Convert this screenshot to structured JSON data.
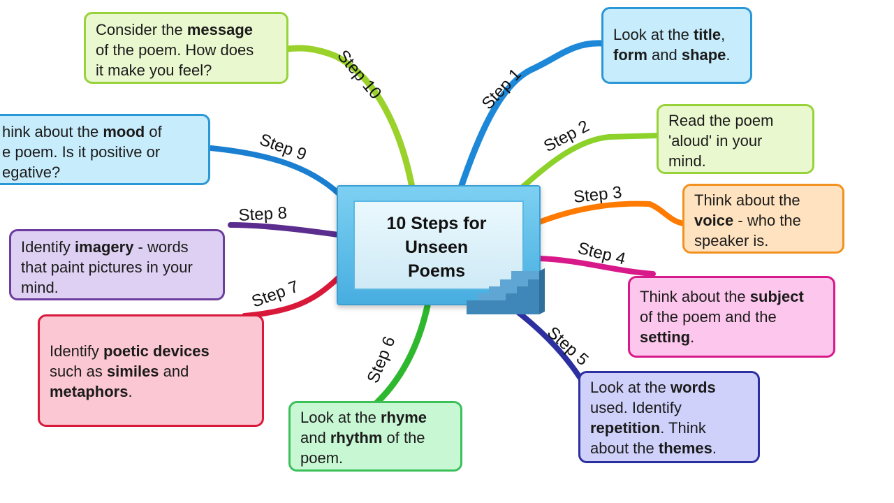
{
  "center": {
    "title_line1": "10 Steps for",
    "title_line2": "Unseen",
    "title_line3": "Poems"
  },
  "icons": {
    "center": "stairs-icon"
  },
  "colors": {
    "step1": "#1e88d8",
    "step2": "#8cd22a",
    "step3": "#ff7a00",
    "step4": "#d8198a",
    "step5": "#2c2fa0",
    "step6": "#2fb82f",
    "step7": "#d8193a",
    "step8": "#5a2d8e",
    "step9": "#1a7fd0",
    "step10": "#9ad12a"
  },
  "steps": [
    {
      "label": "Step 1",
      "parts": [
        [
          "Look at the ",
          false
        ],
        [
          "title",
          true
        ],
        [
          ",",
          false
        ],
        [
          "\n",
          false
        ],
        [
          "form",
          true
        ],
        [
          " and ",
          false
        ],
        [
          "shape",
          true
        ],
        [
          ".",
          false
        ]
      ]
    },
    {
      "label": "Step 2",
      "parts": [
        [
          "Read the poem",
          false
        ],
        [
          "\n",
          false
        ],
        [
          "'aloud' in your",
          false
        ],
        [
          "\n",
          false
        ],
        [
          "mind.",
          false
        ]
      ]
    },
    {
      "label": "Step 3",
      "parts": [
        [
          "Think about the",
          false
        ],
        [
          "\n",
          false
        ],
        [
          "voice",
          true
        ],
        [
          " - who the",
          false
        ],
        [
          "\n",
          false
        ],
        [
          "speaker is.",
          false
        ]
      ]
    },
    {
      "label": "Step 4",
      "parts": [
        [
          "Think about the ",
          false
        ],
        [
          "subject",
          true
        ],
        [
          "\n",
          false
        ],
        [
          "of the poem and the",
          false
        ],
        [
          "\n",
          false
        ],
        [
          "setting",
          true
        ],
        [
          ".",
          false
        ]
      ]
    },
    {
      "label": "Step 5",
      "parts": [
        [
          "Look at the ",
          false
        ],
        [
          "words",
          true
        ],
        [
          "\n",
          false
        ],
        [
          "used. Identify",
          false
        ],
        [
          "\n",
          false
        ],
        [
          "repetition",
          true
        ],
        [
          ". Think",
          false
        ],
        [
          "\n",
          false
        ],
        [
          "about the ",
          false
        ],
        [
          "themes",
          true
        ],
        [
          ".",
          false
        ]
      ]
    },
    {
      "label": "Step 6",
      "parts": [
        [
          "Look at the ",
          false
        ],
        [
          "rhyme",
          true
        ],
        [
          "\n",
          false
        ],
        [
          "and ",
          false
        ],
        [
          "rhythm",
          true
        ],
        [
          " of the",
          false
        ],
        [
          "\n",
          false
        ],
        [
          "poem.",
          false
        ]
      ]
    },
    {
      "label": "Step 7",
      "parts": [
        [
          "Identify ",
          false
        ],
        [
          "poetic devices",
          true
        ],
        [
          "\n",
          false
        ],
        [
          "such as ",
          false
        ],
        [
          "similes",
          true
        ],
        [
          " and",
          false
        ],
        [
          "\n",
          false
        ],
        [
          "metaphors",
          true
        ],
        [
          ".",
          false
        ]
      ]
    },
    {
      "label": "Step 8",
      "parts": [
        [
          "Identify ",
          false
        ],
        [
          "imagery",
          true
        ],
        [
          " - words",
          false
        ],
        [
          "\n",
          false
        ],
        [
          "that paint pictures in your",
          false
        ],
        [
          "\n",
          false
        ],
        [
          "mind.",
          false
        ]
      ]
    },
    {
      "label": "Step 9",
      "parts": [
        [
          "hink about the ",
          false
        ],
        [
          "mood",
          true
        ],
        [
          " of",
          false
        ],
        [
          "\n",
          false
        ],
        [
          "e poem. Is it positive or",
          false
        ],
        [
          "\n",
          false
        ],
        [
          "egative?",
          false
        ]
      ]
    },
    {
      "label": "Step 10",
      "parts": [
        [
          "Consider the ",
          false
        ],
        [
          "message",
          true
        ],
        [
          "\n",
          false
        ],
        [
          "of the poem. How does",
          false
        ],
        [
          "\n",
          false
        ],
        [
          "it make you feel?",
          false
        ]
      ]
    }
  ]
}
